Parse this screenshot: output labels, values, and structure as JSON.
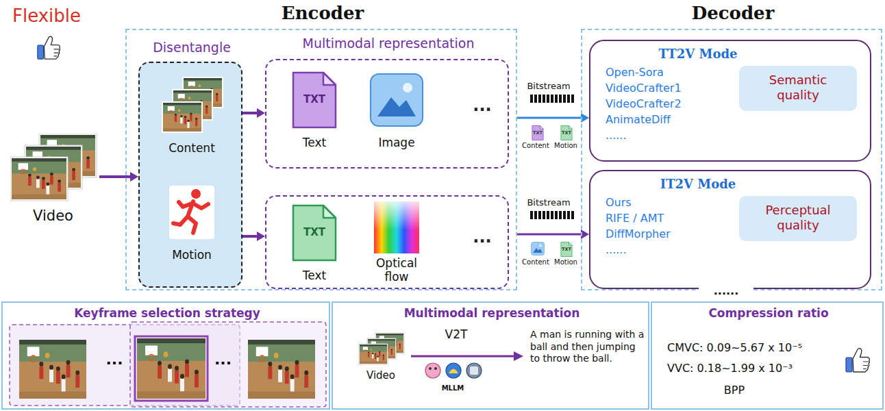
{
  "diagram": {
    "nodes": [
      {
        "text": [
          "Video"
        ]
      },
      {
        "text": [
          "Encoder"
        ]
      },
      {
        "text": [
          "Disentangle"
        ],
        "in": 1
      },
      {
        "text": [
          "Content"
        ],
        "in": 2
      },
      {
        "text": [
          "Motion"
        ],
        "in": 2
      },
      {
        "text": [
          "Multimodal representation",
          "..."
        ],
        "in": 1
      },
      {
        "text": [
          "TXT",
          "Text"
        ],
        "in": 5
      },
      {
        "text": [
          "Image"
        ],
        "in": 5
      },
      {
        "text": [
          "..."
        ],
        "in": 1
      },
      {
        "text": [
          "TXT",
          "Text"
        ],
        "in": 8
      },
      {
        "text": [
          "Optical flow"
        ],
        "in": 8
      },
      {
        "text": [
          "Decoder"
        ]
      },
      {
        "text": [
          "TT2V Mode",
          "Open-Sora",
          "VideoCrafter1",
          "VideoCrafter2",
          "AnimateDiff",
          "......"
        ],
        "in": 11
      },
      {
        "text": [
          "Semantic quality"
        ],
        "in": 12
      },
      {
        "text": [
          "IT2V Mode",
          "Ours",
          "RIFE / AMT",
          "DiffMorpher",
          "......"
        ],
        "in": 11
      },
      {
        "text": [
          "Perceptual quality"
        ],
        "in": 14
      },
      {
        "text": [
          "Keyframe selection strategy",
          "...",
          "..."
        ]
      },
      {
        "text": [
          "Multimodal representation",
          "V2T",
          "Video",
          "A man is running with a ball and then jumping to throw the ball.",
          "MLLM"
        ]
      },
      {
        "text": [
          "Compression ratio",
          "CMVC: 0.09~5.67 x 10⁻⁵",
          "VVC: 0.18~1.99 x 10⁻³",
          "BPP"
        ]
      }
    ],
    "edges": [
      {
        "from": 0,
        "to": 2,
        "arrow": "to"
      },
      {
        "from": 3,
        "to": 5,
        "arrow": "to"
      },
      {
        "from": 4,
        "to": 8,
        "arrow": "to"
      },
      {
        "from": 1,
        "to": 12,
        "arrow": "to"
      },
      {
        "from": 1,
        "to": 14,
        "arrow": "to"
      }
    ],
    "labels": [
      "Flexible",
      "Bitstream",
      "TXT",
      "TXT",
      "Content",
      "Motion",
      "Bitstream",
      "TXT",
      "Content",
      "Motion",
      "......"
    ]
  }
}
